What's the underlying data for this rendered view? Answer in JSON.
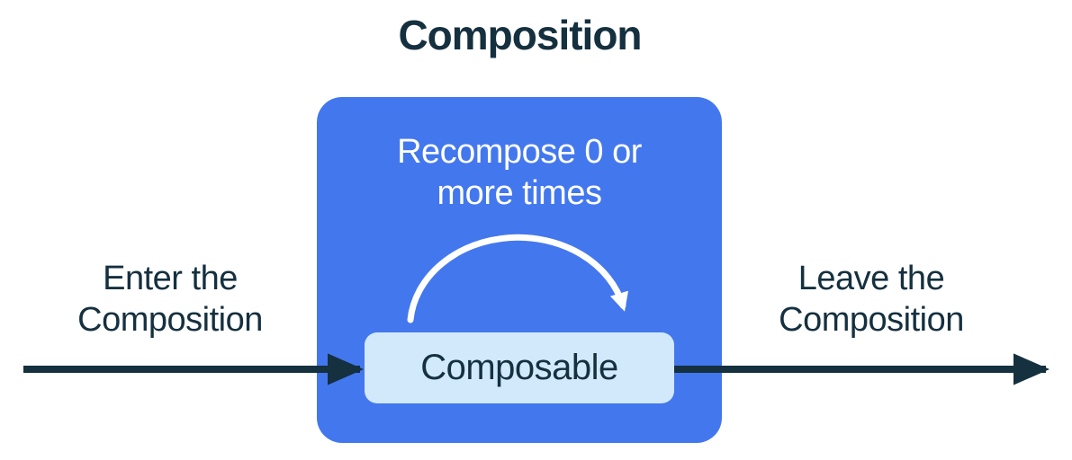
{
  "diagram": {
    "title": "Composition",
    "composition_box": {
      "recompose_label": "Recompose 0 or more times",
      "composable_label": "Composable"
    },
    "enter_label": "Enter the Composition",
    "leave_label": "Leave the Composition",
    "icons": {
      "recompose_arc": "loop-arc-arrow",
      "enter_arrow": "right-arrow",
      "leave_arrow": "right-arrow"
    },
    "colors": {
      "navy": "#15303F",
      "blue": "#4377EE",
      "light_blue": "#D2E9FC",
      "white": "#FFFFFF"
    }
  }
}
